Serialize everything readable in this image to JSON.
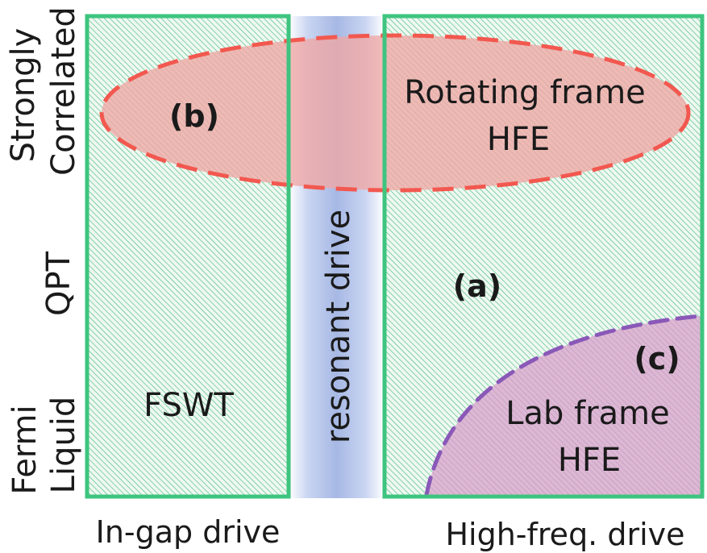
{
  "y_axis": {
    "strongly": "Strongly",
    "correlated": "Correlated",
    "qpt": "QPT",
    "fermi": "Fermi",
    "liquid": "Liquid"
  },
  "x_axis": {
    "left": "In-gap drive",
    "right": "High-freq. drive"
  },
  "center_band": "resonant drive",
  "regions": {
    "b": {
      "tag": "(b)"
    },
    "rotating": {
      "line1": "Rotating frame",
      "line2": "HFE"
    },
    "a": {
      "tag": "(a)"
    },
    "c": {
      "tag": "(c)",
      "line1": "Lab frame",
      "line2": "HFE"
    },
    "fswt": "FSWT"
  },
  "colors": {
    "box_border": "#3ec47f",
    "hatch_stroke": "#3fb877",
    "ellipse_fill": "#f0a7a4",
    "ellipse_dash": "#f2584f",
    "lab_fill": "#dcb8d4",
    "lab_dash": "#8a58b8",
    "band_center": "#a6b8e4"
  }
}
